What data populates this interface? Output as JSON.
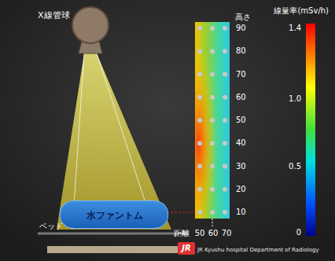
{
  "diagram": {
    "nodes": [
      {
        "text": [
          "X線管球"
        ]
      },
      {
        "text": [
          "水ファントム"
        ]
      }
    ],
    "labels": [
      "ベッド",
      "高さ",
      "90",
      "80",
      "70",
      "60",
      "50",
      "40",
      "30",
      "20",
      "10",
      "距離",
      "50",
      "60",
      "70",
      "線量率(mSv/h)",
      "1.4",
      "1.0",
      "0.5",
      "0",
      "JR",
      "JR Kyushu hospital Department of Radiology"
    ]
  }
}
